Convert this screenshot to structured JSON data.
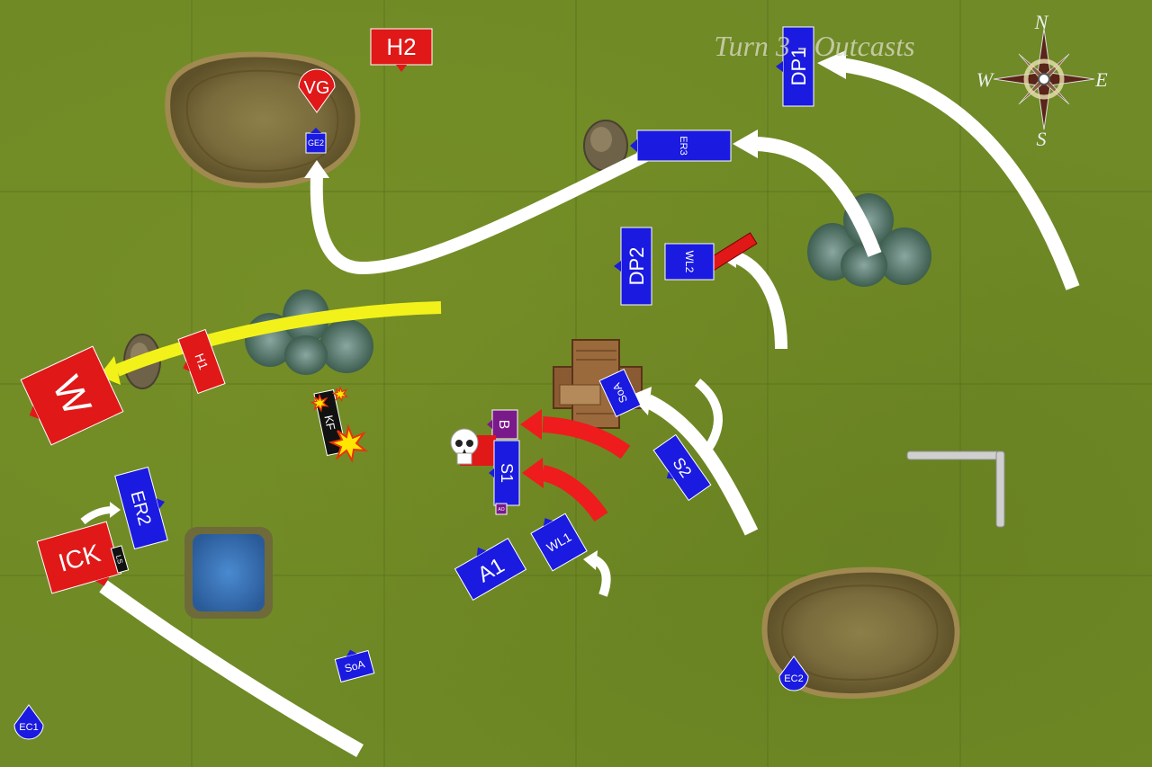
{
  "title": "Turn 3 - Outcasts",
  "compass": {
    "north": "N",
    "south": "S",
    "east": "E",
    "west": "W"
  },
  "colors": {
    "player_blue": "#1a1ae0",
    "enemy_red": "#e01818",
    "purple_unit": "#7a1a8a",
    "black_unit": "#111111",
    "movement_arrow": "#ffffff",
    "charge_arrow": "#ee1c1c",
    "enemy_move_arrow": "#f2f21a",
    "grass": "#6f8a26"
  },
  "units": {
    "h2": "H2",
    "vg": "VG",
    "ge2": "GE2",
    "er3": "ER3",
    "dp1": "DP1",
    "dp2": "DP2",
    "wl2": "WL2",
    "h1": "H1",
    "w": "W",
    "kf": "KF",
    "soa_building": "SoA",
    "b": "B",
    "s1": "S1",
    "s2": "S2",
    "er2": "ER2",
    "ick": "ICK",
    "ls": "LS",
    "a1": "A1",
    "wl1": "WL1",
    "soa_south": "SoA",
    "ec1": "EC1",
    "ec2": "EC2",
    "ao": "AO"
  },
  "icons": {
    "casualty": "skull-icon",
    "explosion": "explosion-icon",
    "compass": "compass-rose-icon"
  }
}
